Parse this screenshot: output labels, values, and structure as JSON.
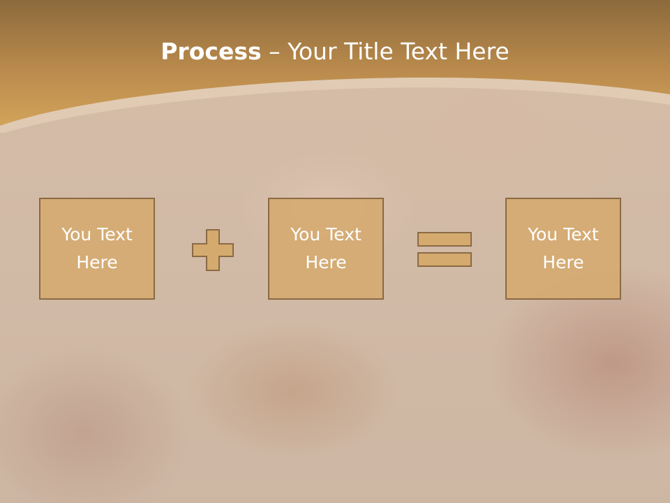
{
  "title": {
    "strong": "Process",
    "separator": " – ",
    "rest": "Your Title Text Here"
  },
  "boxes": [
    {
      "label": "You Text\nHere"
    },
    {
      "label": "You Text\nHere"
    },
    {
      "label": "You Text\nHere"
    }
  ],
  "operators": [
    "plus",
    "equals"
  ],
  "colors": {
    "header_top": "#8c6a3c",
    "header_bottom": "#cf9f55",
    "box_fill": "#d5aa6e",
    "box_border": "#8a6a43",
    "operator_fill": "#d5aa6e",
    "text": "#ffffff"
  }
}
